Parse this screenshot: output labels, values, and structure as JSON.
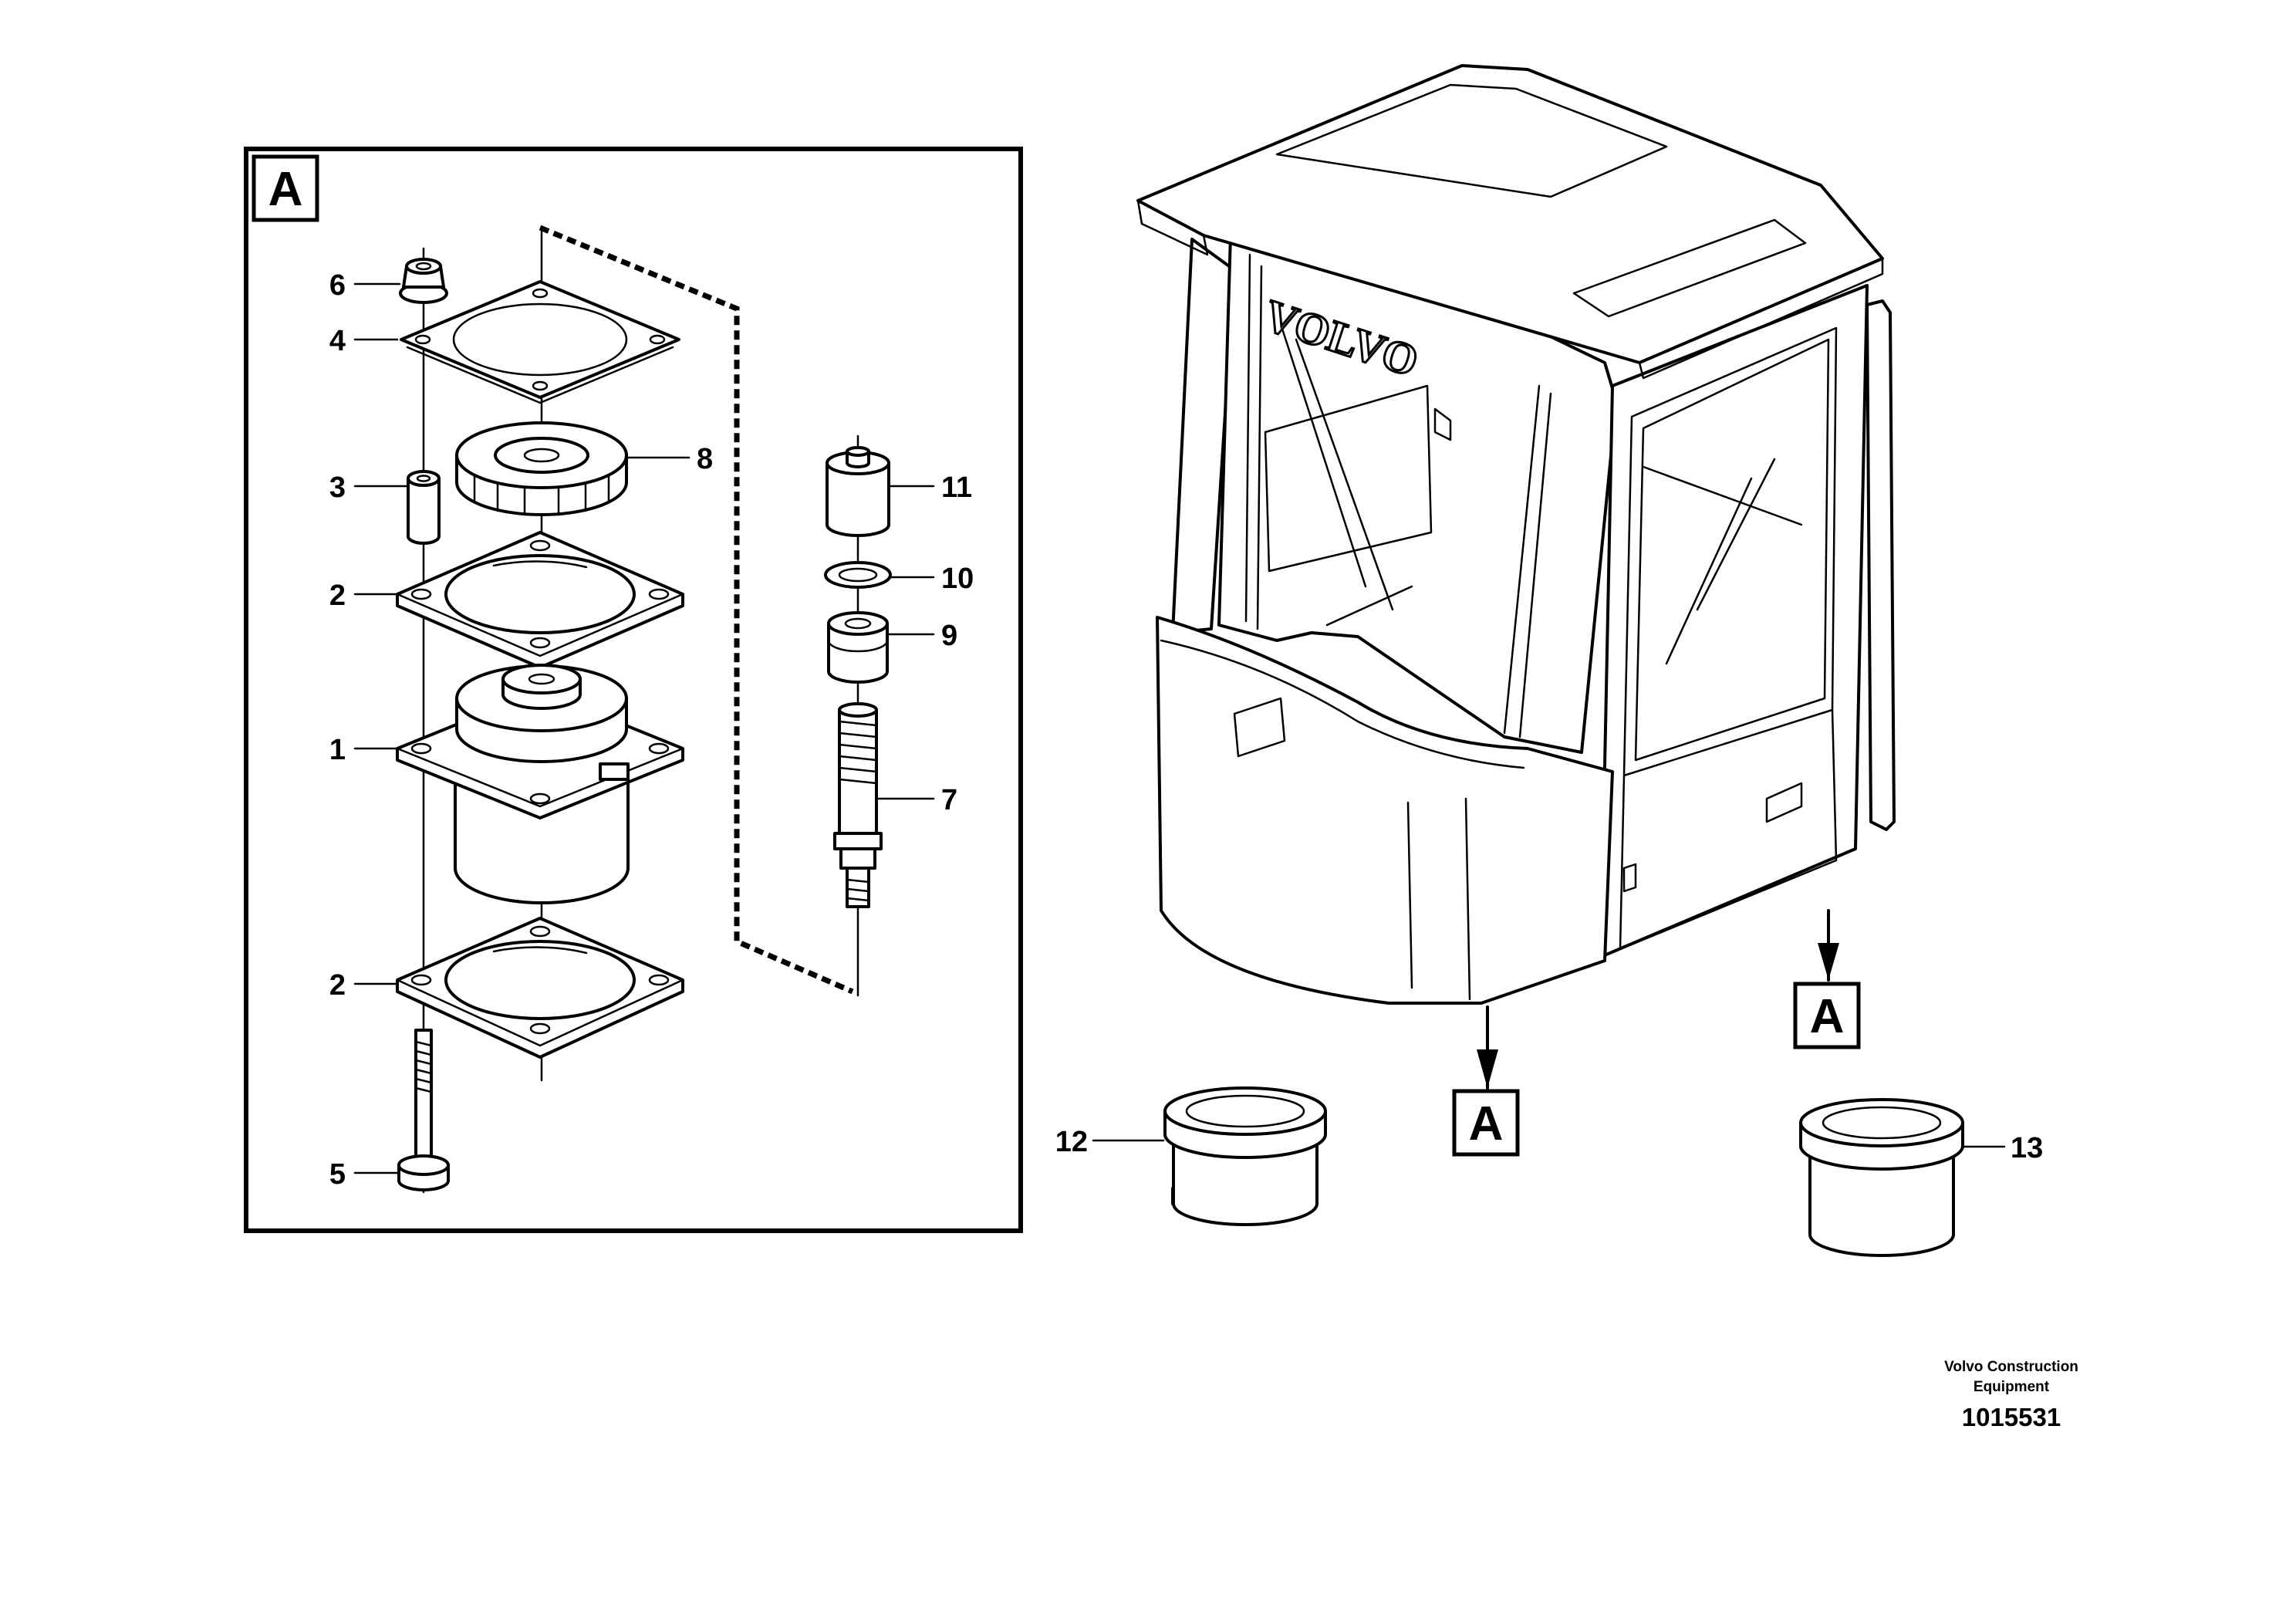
{
  "detail_box": {
    "ref_letter": "A"
  },
  "callouts": {
    "c1": "1",
    "c2a": "2",
    "c2b": "2",
    "c3": "3",
    "c4": "4",
    "c5": "5",
    "c6": "6",
    "c7": "7",
    "c8": "8",
    "c9": "9",
    "c10": "10",
    "c11": "11",
    "c12": "12",
    "c13": "13"
  },
  "cab": {
    "logo_text": "VOLVO",
    "ref_front": "A",
    "ref_rear": "A"
  },
  "credit": {
    "line1": "Volvo Construction",
    "line2": "Equipment",
    "number": "1015531"
  }
}
